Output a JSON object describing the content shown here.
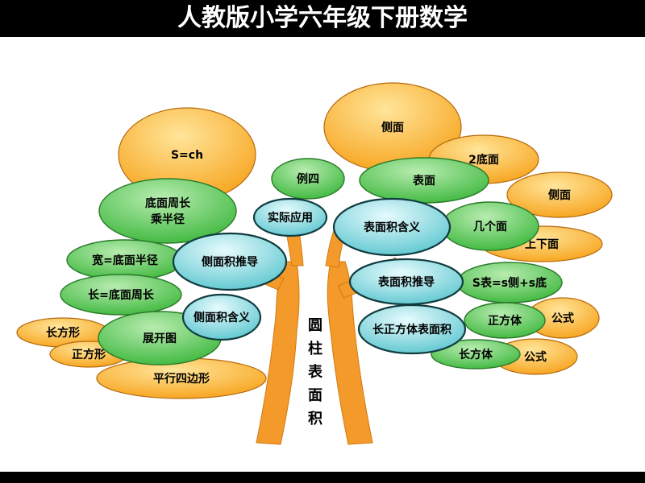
{
  "header": {
    "title": "人教版小学六年级下册数学"
  },
  "trunk": {
    "label": [
      "圆",
      "柱",
      "表",
      "面",
      "积"
    ]
  },
  "colors": {
    "orange": "#f7a21a",
    "orange_light": "#ffe59a",
    "green": "#3cb73c",
    "green_light": "#b8ecb0",
    "teal": "#5cc6cf",
    "teal_light": "#e6fbfd",
    "trunk": "#f39a2a"
  },
  "nodes": [
    {
      "id": "s-ch",
      "label": "S=ch",
      "color": "orange"
    },
    {
      "id": "side-top",
      "label": "侧面",
      "color": "orange"
    },
    {
      "id": "two-bases",
      "label": "2底面",
      "color": "orange"
    },
    {
      "id": "side-right",
      "label": "侧面",
      "color": "orange"
    },
    {
      "id": "top-bottom",
      "label": "上下面",
      "color": "orange"
    },
    {
      "id": "formula-1",
      "label": "公式",
      "color": "orange"
    },
    {
      "id": "formula-2",
      "label": "公式",
      "color": "orange"
    },
    {
      "id": "rectangle",
      "label": "长方形",
      "color": "orange"
    },
    {
      "id": "square",
      "label": "正方形",
      "color": "orange"
    },
    {
      "id": "parallelogram",
      "label": "平行四边形",
      "color": "orange"
    },
    {
      "id": "example-four",
      "label": "例四",
      "color": "green"
    },
    {
      "id": "surface",
      "label": "表面",
      "color": "green"
    },
    {
      "id": "base-half-circ",
      "label": "底面周长\n乘半径",
      "color": "green"
    },
    {
      "id": "how-many-faces",
      "label": "几个面",
      "color": "green"
    },
    {
      "id": "width-radius",
      "label": "宽=底面半径",
      "color": "green"
    },
    {
      "id": "length-circ",
      "label": "长=底面周长",
      "color": "green"
    },
    {
      "id": "s-formula",
      "label": "S表=s侧+s底",
      "color": "green"
    },
    {
      "id": "cube",
      "label": "正方体",
      "color": "green"
    },
    {
      "id": "cuboid",
      "label": "长方体",
      "color": "green"
    },
    {
      "id": "unfolded",
      "label": "展开图",
      "color": "green"
    },
    {
      "id": "application",
      "label": "实际应用",
      "color": "teal"
    },
    {
      "id": "surface-meaning",
      "label": "表面积含义",
      "color": "teal"
    },
    {
      "id": "lateral-derivation",
      "label": "侧面积推导",
      "color": "teal"
    },
    {
      "id": "surface-derivation",
      "label": "表面积推导",
      "color": "teal"
    },
    {
      "id": "lateral-meaning",
      "label": "侧面积含义",
      "color": "teal"
    },
    {
      "id": "cuboid-surface",
      "label": "长正方体表面积",
      "color": "teal"
    }
  ]
}
